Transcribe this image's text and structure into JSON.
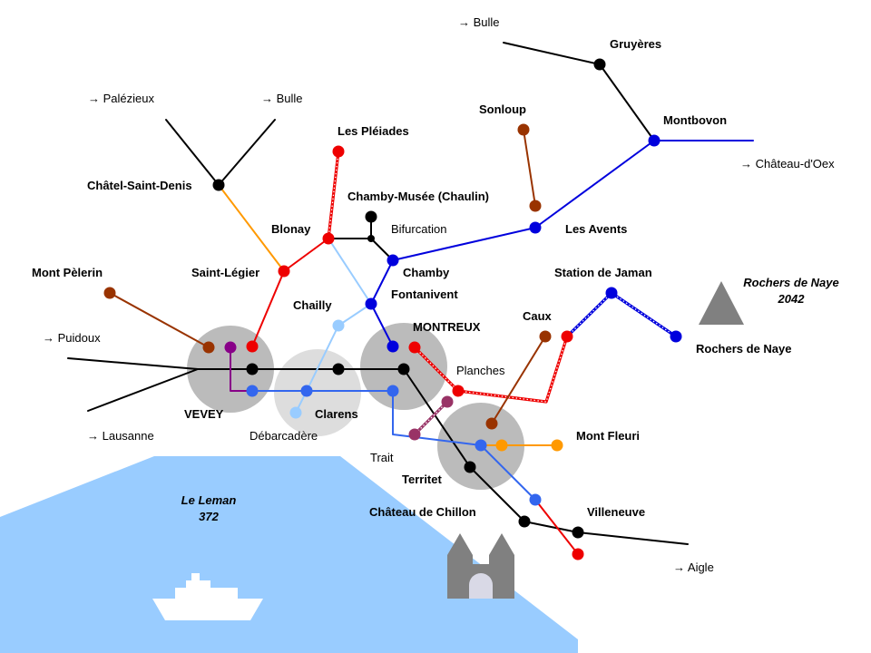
{
  "destinations": {
    "bulle_north": "→ Bulle",
    "palezieux": "→ Palézieux",
    "bulle_west": "→ Bulle",
    "chateau_doex": "→ Château-d'Oex",
    "puidoux": "→ Puidoux",
    "lausanne": "→ Lausanne",
    "aigle": "→ Aigle"
  },
  "hubs": {
    "vevey": "VEVEY",
    "clarens": "Clarens",
    "montreux": "MONTREUX"
  },
  "stations": {
    "gruyeres": "Gruyères",
    "sonloup": "Sonloup",
    "les_pleiades": "Les Pléiades",
    "montbovon": "Montbovon",
    "chatel_saint_denis": "Châtel-Saint-Denis",
    "chamby_musee": "Chamby-Musée (Chaulin)",
    "blonay": "Blonay",
    "bifurcation": "Bifurcation",
    "les_avents": "Les Avents",
    "mont_pelerin": "Mont Pèlerin",
    "saint_legier": "Saint-Légier",
    "chamby": "Chamby",
    "station_de_jaman": "Station de Jaman",
    "chailly": "Chailly",
    "fontanivent": "Fontanivent",
    "caux": "Caux",
    "rochers_de_naye": "Rochers de Naye",
    "planches": "Planches",
    "debarcadere": "Débarcadère",
    "mont_fleuri": "Mont Fleuri",
    "trait": "Trait",
    "territet": "Territet",
    "chateau_de_chillon": "Château de Chillon",
    "villeneuve": "Villeneuve"
  },
  "summit": {
    "name": "Rochers de Naye",
    "altitude": "2042"
  },
  "lake": {
    "name": "Le Leman",
    "altitude": "372"
  },
  "icons": {
    "summit": "mountain-icon",
    "castle": "castle-icon",
    "ship": "boat-icon"
  },
  "colors": {
    "background": "#ffffff",
    "lake": "#99ccff",
    "hub": "#bbbbbb",
    "hub_light": "#dddddd",
    "relief": "#808080",
    "ship": "#ffffff",
    "castle_gate": "#d9d9e6",
    "black": "#000000",
    "red": "#ee0000",
    "blue_dark": "#0000dd",
    "blue_medium": "#3366ee",
    "blue_light": "#99ccff",
    "orange": "#ff9900",
    "brown": "#993300",
    "purple": "#880088",
    "maroon": "#993366"
  }
}
